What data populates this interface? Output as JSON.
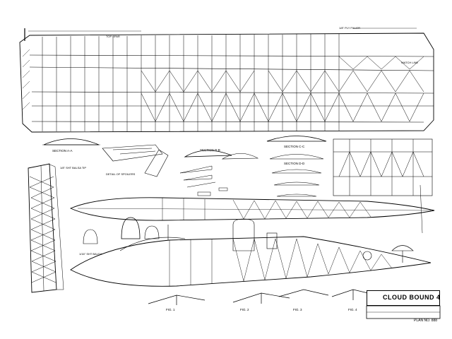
{
  "plan": {
    "title": "CLOUD BOUND 4",
    "plan_no": "PLAN NO. 888"
  },
  "labels": {
    "top_spar": "TOP SPAR",
    "balsa_filler": "1/8\" PLY FILLER",
    "watch_line": "WATCH LINE",
    "spoiler_detail": "DETAIL OF SPOILERS",
    "tip_balsa": "1/8\" SHT BALSA TIP",
    "sht_balsa": "1/16\" SHT BALSA"
  },
  "sections": {
    "aa": "SECTION A-A",
    "bb": "SECTION B-B",
    "cc": "SECTION C-C",
    "dd": "SECTION D-D"
  },
  "figs": {
    "fig1": "FIG. 1",
    "fig2": "FIG. 2",
    "fig3": "FIG. 3",
    "fig4": "FIG. 4"
  },
  "colors": {
    "ink": "#000000",
    "paper": "#ffffff"
  }
}
